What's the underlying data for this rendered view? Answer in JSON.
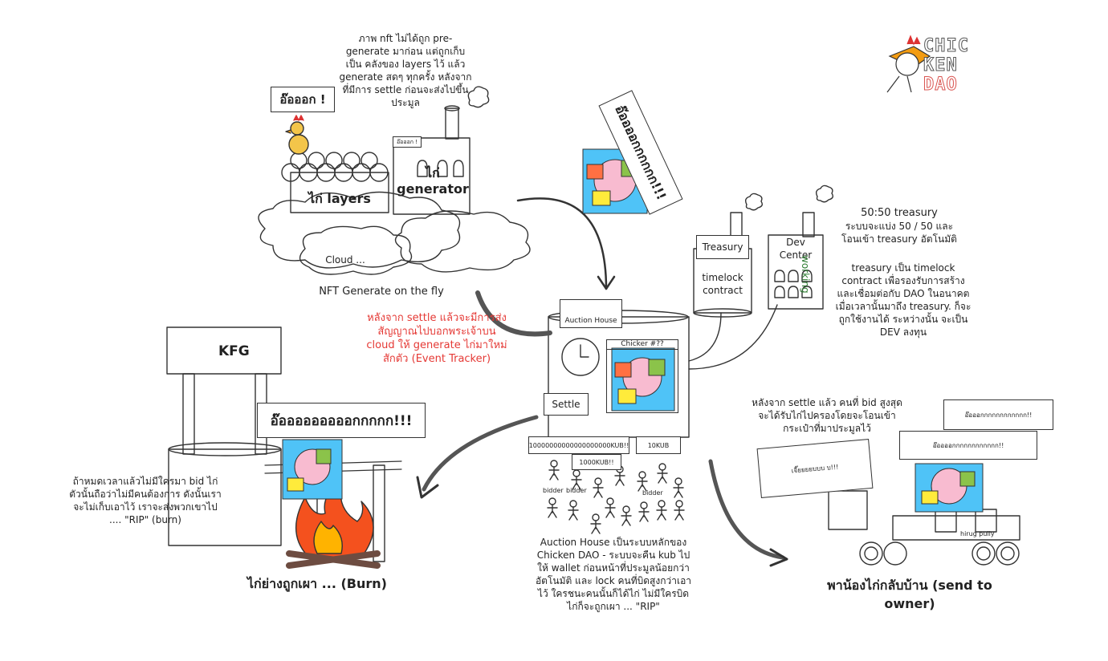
{
  "logo": {
    "line1": "CHIC",
    "line2": "KEN",
    "line3": "DAO"
  },
  "top_left": {
    "shout": "อ๊อออก !",
    "note": "ภาพ nft ไม่ได้ถูก pre-generate มาก่อน แต่ถูกเก็บเป็น คลังของ layers ไว้ แล้ว generate สดๆ ทุกครั้ง หลังจากที่มีการ settle ก่อนจะส่งไปขึ้นประมูล",
    "layers_label": "ไก่ layers",
    "generator_label": "ไก่\ngenerator",
    "generator_small_shout": "อ๊อออก !",
    "cloud_label": "Cloud ...",
    "caption": "NFT Generate on the fly"
  },
  "center_top": {
    "shout": "อ๊ออออกกกกกก!!!"
  },
  "red_note": "หลังจาก settle แล้วจะมีการส่งสัญญาณไปบอกพระเจ้าบน cloud ให้ generate ไก่มาใหม่สักตัว (Event Tracker)",
  "auction": {
    "house_label": "Auction House",
    "card_title": "Chicker #??",
    "settle_label": "Settle",
    "bids": [
      "10000000000000000000KUB!!",
      "1000KUB!!",
      "10KUB"
    ],
    "bidder_labels": [
      "bidder",
      "bidder",
      "bidder"
    ],
    "note": "Auction House เป็นระบบหลักของ Chicken DAO - ระบบจะคืน kub ไปให้ wallet ก่อนหน้าที่ประมูลน้อยกว่า อัตโนมัติ และ lock คนที่บิดสูงกว่าเอาไว้ ใครชนะคนนั้นก็ได้ไก่ ไม่มีใครบิด ไก่ก็จะถูกเผา ... \"RIP\""
  },
  "treasury": {
    "box_label": "Treasury",
    "contract_label": "timelock\ncontract",
    "dev_label": "Dev\nCenter",
    "working": "working",
    "note_title": "50:50 treasury",
    "note_1": "ระบบจะแบ่ง 50 / 50 และโอนเข้า treasury อัตโนมัติ",
    "note_2": "treasury เป็น timelock contract เพื่อรองรับการสร้าง และเชื่อมต่อกับ DAO ในอนาคต เมื่อเวลานั้นมาถึง treasury. ก็จะถูกใช้งานได้ ระหว่างนั้น จะเป็น DEV ลงทุน"
  },
  "burn": {
    "sign": "KFG",
    "shout": "อ๊อออออออออกกกกก!!!",
    "note": "ถ้าหมดเวลาแล้วไม่มีใครมา bid ไก่ตัวนั้นถือว่าไม่มีคนต้องการ ดังนั้นเราจะไม่เก็บเอาไว้ เราจะส่งพวกเขาไป .... \"RIP\" (burn)",
    "caption": "ไก่ย่างถูกเผา ... (Burn)"
  },
  "send": {
    "note": "หลังจาก settle แล้ว คนที่ bid สูงสุด จะได้รับไก่ไปครองโดยจะโอนเข้ากระเป๋าที่มาประมูลไว้",
    "bubble_1": "อ๊อออกกกกกกกกกกกก!!",
    "bubble_2": "อ๊ออออกกกกกกกกกกกก!!",
    "bubble_3": "เจี๊ยยยยบบบ บ!!!",
    "cart_label": "hirug pully",
    "caption": "พาน้องไก่กลับบ้าน (send to owner)"
  },
  "colors": {
    "red": "#e53935",
    "green": "#2e7d32",
    "logo_red": "#d9534f"
  }
}
